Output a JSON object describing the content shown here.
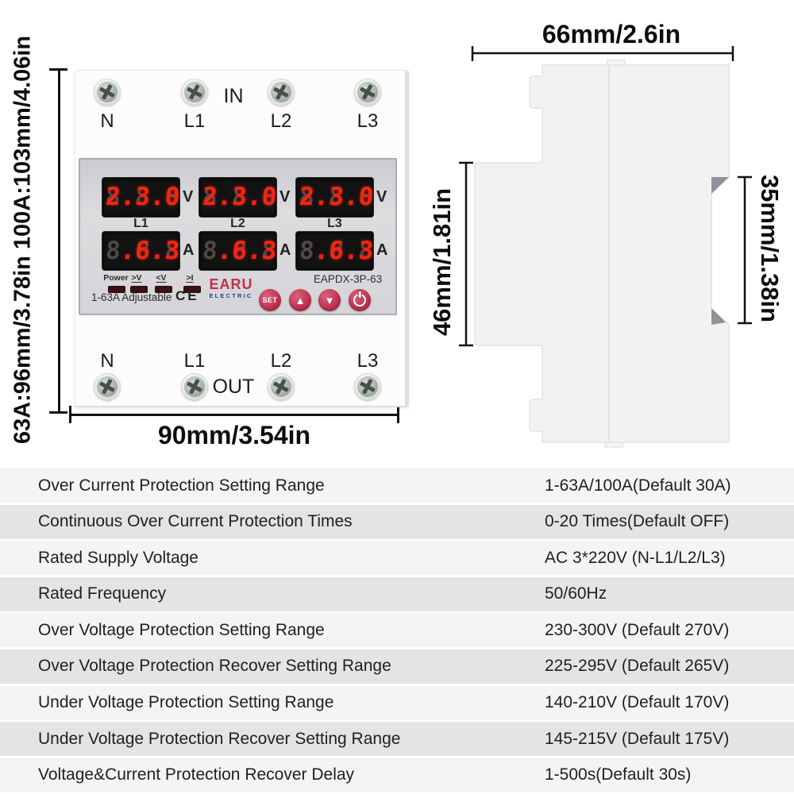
{
  "front_view": {
    "dim_height_label": "63A:96mm/3.78in  100A:103mm/4.06in",
    "dim_width_label": "90mm/3.54in",
    "in_label": "IN",
    "out_label": "OUT",
    "terminals": [
      "N",
      "L1",
      "L2",
      "L3"
    ],
    "display": {
      "phases": [
        "L1",
        "L2",
        "L3"
      ],
      "volt_ghost": "8.8.8",
      "volt_value": "2.3.0",
      "amp_ghost": "8.8.8",
      "amp_value": " .6.3",
      "volt_unit": "V",
      "amp_unit": "A"
    },
    "indicators": [
      "Power",
      ">V",
      "<V",
      ">I"
    ],
    "adjustable_label": "1-63A Adjustable",
    "ce_mark": "CE",
    "brand": {
      "name": "EARU",
      "sub": "ELECTRIC"
    },
    "model": "EAPDX-3P-63",
    "buttons": {
      "set": "SET"
    }
  },
  "side_view": {
    "dim_width_label": "66mm/2.6in",
    "dim_depth_label": "46mm/1.81in",
    "dim_rail_label": "35mm/1.38in"
  },
  "spec_table": {
    "rows": [
      {
        "label": "Over Current Protection Setting Range",
        "value": "1-63A/100A(Default 30A)"
      },
      {
        "label": "Continuous Over Current Protection Times",
        "value": "0-20 Times(Default OFF)"
      },
      {
        "label": "Rated Supply Voltage",
        "value": "AC 3*220V (N-L1/L2/L3)"
      },
      {
        "label": "Rated Frequency",
        "value": "50/60Hz"
      },
      {
        "label": "Over Voltage Protection Setting Range",
        "value": "230-300V (Default 270V)"
      },
      {
        "label": "Over Voltage Protection Recover Setting Range",
        "value": "225-295V (Default 265V)"
      },
      {
        "label": "Under Voltage Protection Setting Range",
        "value": "140-210V (Default 170V)"
      },
      {
        "label": "Under Voltage Protection Recover Setting Range",
        "value": "145-215V (Default 175V)"
      },
      {
        "label": "Voltage&Current Protection Recover Delay",
        "value": "1-500s(Default 30s)"
      }
    ]
  },
  "colors": {
    "digit_red": "#f32512",
    "button_crimson": "#bb2f4e",
    "brand_red": "#c22f4c",
    "brand_blue": "#274089",
    "row_light": "#f4f4f5",
    "row_dark": "#e4e4e6"
  }
}
